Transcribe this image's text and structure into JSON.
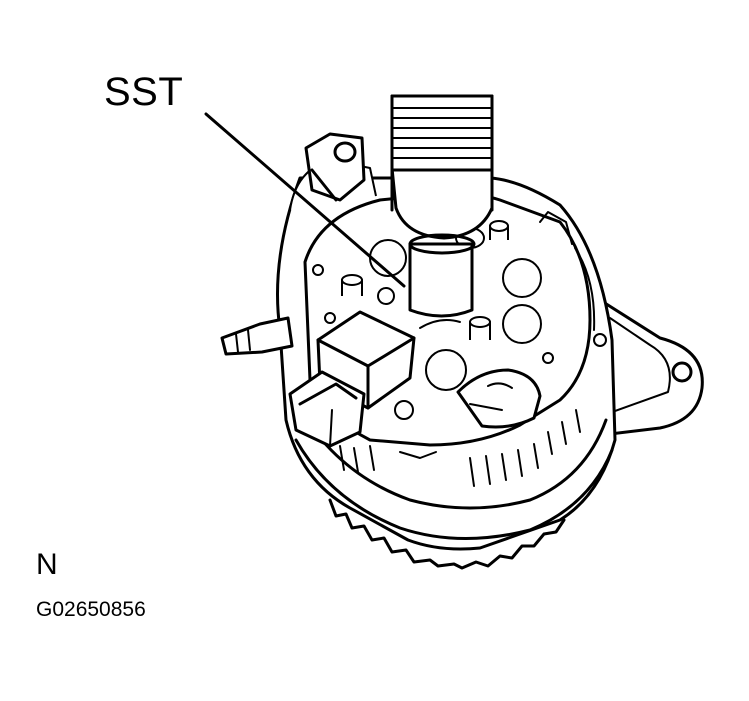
{
  "figure": {
    "callout": "SST",
    "orientation_mark": "N",
    "figure_code": "G02650856"
  },
  "drawing": {
    "subject_icon": "alternator-with-special-service-tool-icon",
    "line_color": "#000000",
    "background": "#ffffff"
  }
}
